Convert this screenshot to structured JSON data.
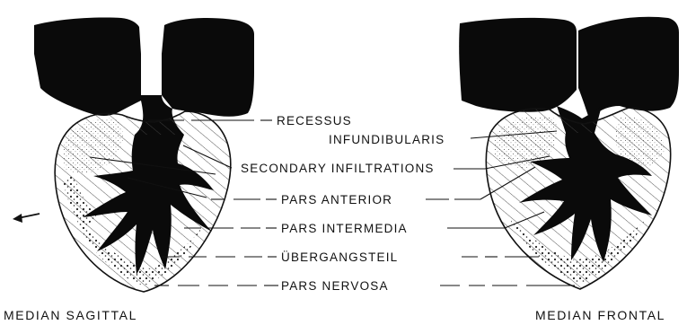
{
  "labels": {
    "recessus": "RECESSUS",
    "infundibularis": "INFUNDIBULARIS",
    "secondary_infiltrations": "SECONDARY INFILTRATIONS",
    "pars_anterior": "PARS ANTERIOR",
    "pars_intermedia": "PARS INTERMEDIA",
    "ubergangsteil": "ÜBERGANGSTEIL",
    "pars_nervosa": "PARS NERVOSA"
  },
  "captions": {
    "left": "MEDIAN SAGITTAL",
    "right": "MEDIAN FRONTAL"
  }
}
